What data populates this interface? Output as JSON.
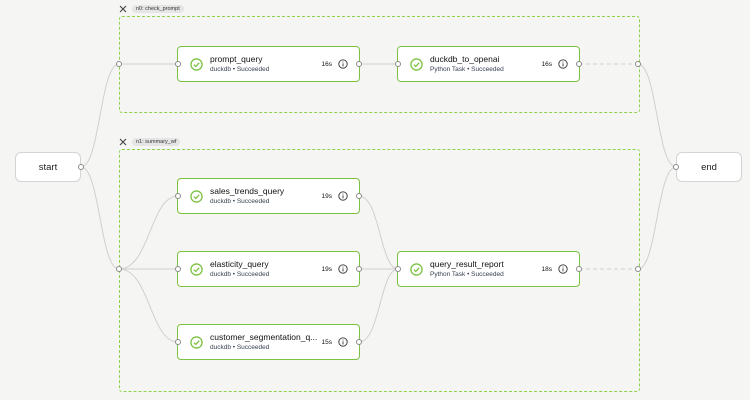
{
  "groups": [
    {
      "label": "n0: check_prompt"
    },
    {
      "label": "n1: summary_wf"
    }
  ],
  "start": {
    "label": "start"
  },
  "end": {
    "label": "end"
  },
  "tasks": [
    {
      "name": "prompt_query",
      "subtitle": "duckdb • Succeeded",
      "duration": "16s"
    },
    {
      "name": "duckdb_to_openai",
      "subtitle": "Python Task • Succeeded",
      "duration": "16s"
    },
    {
      "name": "sales_trends_query",
      "subtitle": "duckdb • Succeeded",
      "duration": "19s"
    },
    {
      "name": "elasticity_query",
      "subtitle": "duckdb • Succeeded",
      "duration": "19s"
    },
    {
      "name": "customer_segmentation_q...",
      "subtitle": "duckdb • Succeeded",
      "duration": "15s"
    },
    {
      "name": "query_result_report",
      "subtitle": "Python Task • Succeeded",
      "duration": "18s"
    }
  ],
  "colors": {
    "success": "#7cc242",
    "group_border": "#8fd14f",
    "edge": "#d1d1d1"
  },
  "icons": {
    "status": "check-circle-icon",
    "info": "info-icon",
    "close": "close-icon"
  }
}
